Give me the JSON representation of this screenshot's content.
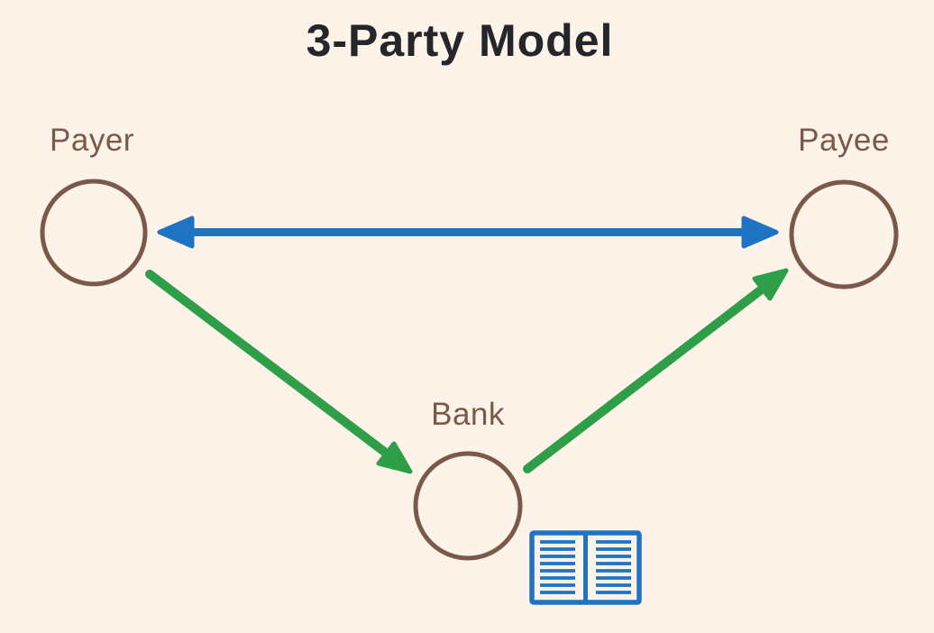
{
  "title": "3-Party Model",
  "colors": {
    "background": "#fdf3e8",
    "title_text": "#24262b",
    "node_outline": "#7b594a",
    "label_text": "#7b594a",
    "payer_payee_arrow": "#1e73c3",
    "bank_arrow": "#2f9e48",
    "ledger_icon": "#1e73c3"
  },
  "nodes": [
    {
      "id": "payer",
      "label": "Payer"
    },
    {
      "id": "payee",
      "label": "Payee"
    },
    {
      "id": "bank",
      "label": "Bank"
    }
  ],
  "edges": [
    {
      "from": "payer",
      "to": "payee",
      "direction": "bidirectional",
      "color": "#1e73c3"
    },
    {
      "from": "payer",
      "to": "bank",
      "direction": "one-way",
      "color": "#2f9e48"
    },
    {
      "from": "bank",
      "to": "payee",
      "direction": "one-way",
      "color": "#2f9e48"
    }
  ],
  "icons": [
    {
      "name": "open-ledger-book",
      "attached_to": "bank",
      "color": "#1e73c3"
    }
  ]
}
